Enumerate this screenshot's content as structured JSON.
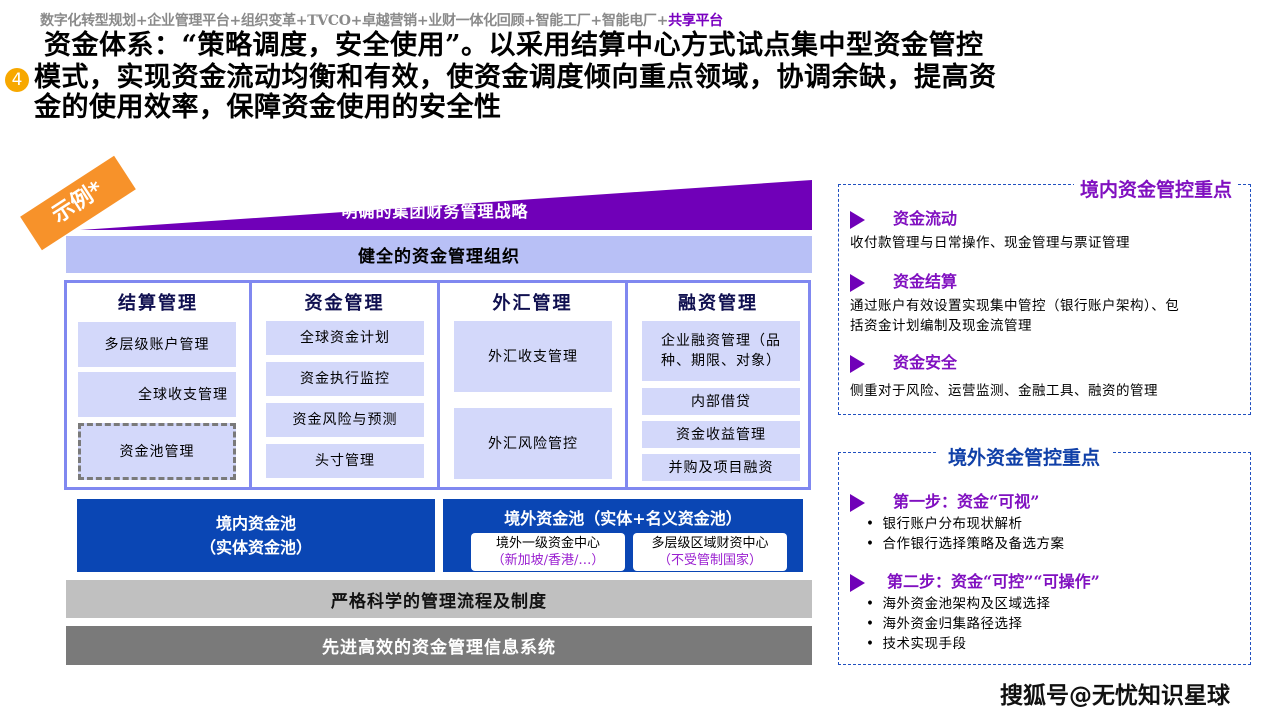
{
  "header": {
    "breadcrumb": "数字化转型规划+企业管理平台+组织变革+TVCO+卓越营销+业财一体化回顾+智能工厂+智能电厂+",
    "breadcrumb_highlight": "共享平台",
    "section_number": "4",
    "title_lines": [
      "资金体系：“策略调度，安全使用”。以采用结算中心方式试点集中型资金管控",
      "模式，实现资金流动均衡和有效，使资金调度倾向重点领域，协调余缺，提高资",
      "金的使用效率，保障资金使用的安全性"
    ]
  },
  "diagram": {
    "example_tag": "示例*",
    "roof": "明确的集团财务管理战略",
    "org_bar": "健全的资金管理组织",
    "columns": [
      {
        "title": "结算管理",
        "items": [
          "多层级账户管理",
          "全球收支管理",
          "资金池管理"
        ]
      },
      {
        "title": "资金管理",
        "items": [
          "全球资金计划",
          "资金执行监控",
          "资金风险与预测",
          "头寸管理"
        ]
      },
      {
        "title": "外汇管理",
        "items": [
          "外汇收支管理",
          "外汇风险管控"
        ]
      },
      {
        "title": "融资管理",
        "items": [
          "企业融资管理（品种、期限、对象）",
          "内部借贷",
          "资金收益管理",
          "并购及项目融资"
        ]
      }
    ],
    "domestic_pool": {
      "line1": "境内资金池",
      "line2": "（实体资金池）"
    },
    "overseas_pool": {
      "title": "境外资金池（实体+名义资金池）",
      "centers": [
        {
          "name": "境外一级资金中心",
          "note": "（新加坡/香港/…）"
        },
        {
          "name": "多层级区域财资中心",
          "note": "（不受管制国家）"
        }
      ]
    },
    "process_bar": "严格科学的管理流程及制度",
    "system_bar": "先进高效的资金管理信息系统"
  },
  "domestic_panel": {
    "title": "境内资金管控重点",
    "sections": [
      {
        "heading": "资金流动",
        "lines": [
          "收付款管理与日常操作、现金管理与票证管理"
        ]
      },
      {
        "heading": "资金结算",
        "lines": [
          "通过账户有效设置实现集中管控（银行账户架构）、包",
          "括资金计划编制及现金流管理"
        ]
      },
      {
        "heading": "资金安全",
        "lines": [
          "侧重对于风险、运营监测、金融工具、融资的管理"
        ]
      }
    ]
  },
  "overseas_panel": {
    "title": "境外资金管控重点",
    "steps": [
      {
        "heading": "第一步：资金“可视”",
        "bullets": [
          "银行账户分布现状解析",
          "合作银行选择策略及备选方案"
        ]
      },
      {
        "heading": "第二步：资金“可控”“可操作”",
        "bullets": [
          "海外资金池架构及区域选择",
          "海外资金归集路径选择",
          "技术实现手段"
        ]
      }
    ]
  },
  "watermark": "搜狐号@无忧知识星球",
  "colors": {
    "purple": "#7000b8",
    "blue": "#0a46b4",
    "light": "#d3d8fa",
    "orange": "#f7922a"
  }
}
